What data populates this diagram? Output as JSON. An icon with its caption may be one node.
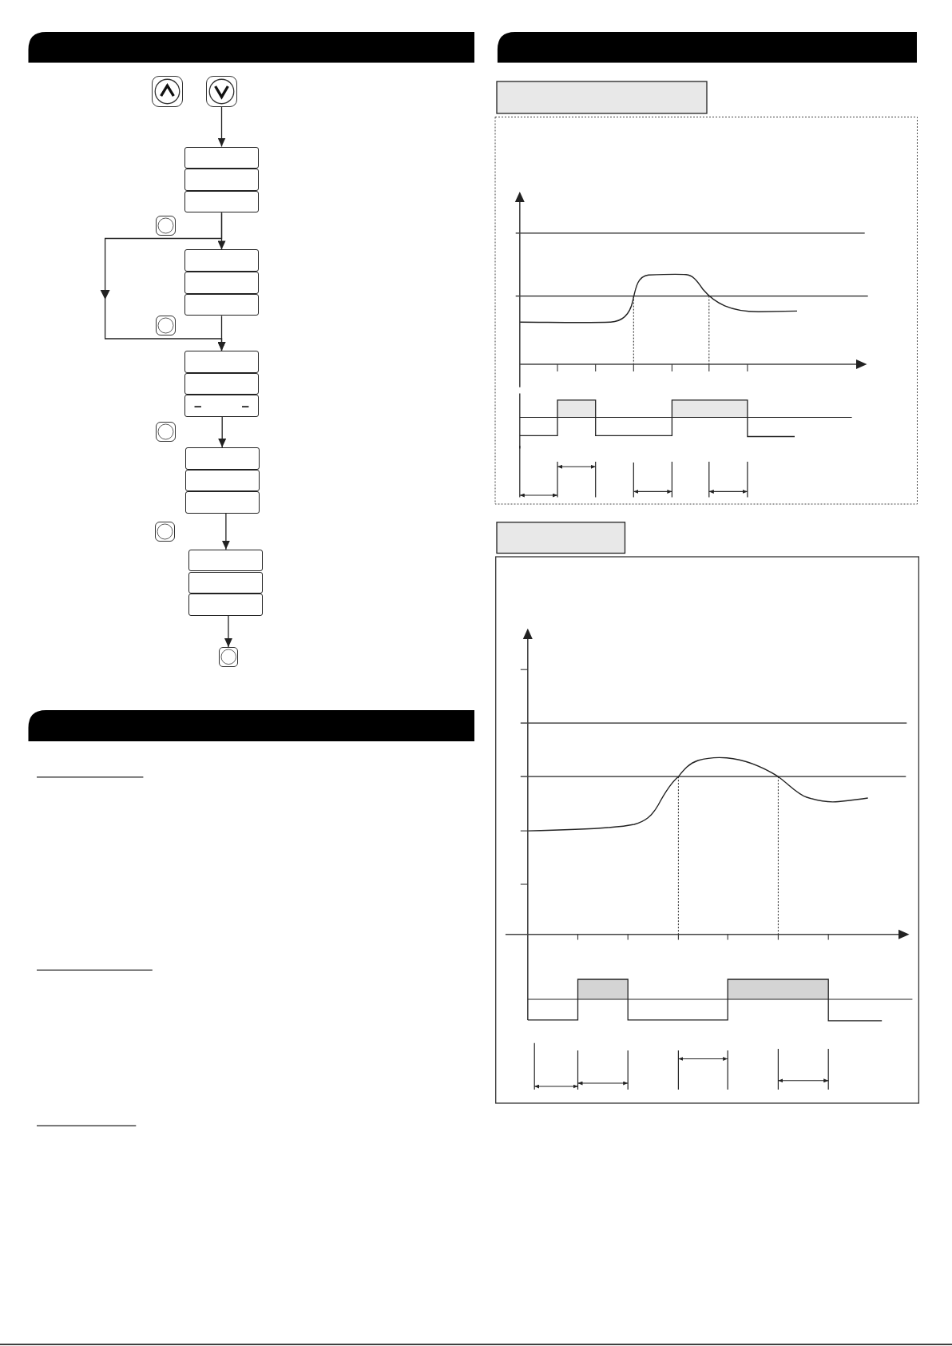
{
  "diagram": {
    "nodes": [
      {
        "text": [],
        "shape": "button"
      },
      {
        "text": [],
        "shape": "button"
      },
      {
        "text": [],
        "shape": "box"
      },
      {
        "text": [],
        "shape": "box"
      },
      {
        "text": [],
        "shape": "box"
      },
      {
        "text": [],
        "shape": "button"
      },
      {
        "text": [],
        "shape": "box"
      },
      {
        "text": [],
        "shape": "box"
      },
      {
        "text": [],
        "shape": "box"
      },
      {
        "text": [],
        "shape": "button"
      },
      {
        "text": [],
        "shape": "box"
      },
      {
        "text": [],
        "shape": "box"
      },
      {
        "text": [
          "–",
          "–"
        ]
      },
      {
        "text": [],
        "shape": "button"
      },
      {
        "text": [],
        "shape": "box"
      },
      {
        "text": [],
        "shape": "box"
      },
      {
        "text": [],
        "shape": "box"
      },
      {
        "text": [],
        "shape": "button"
      },
      {
        "text": [],
        "shape": "box"
      },
      {
        "text": [],
        "shape": "box"
      },
      {
        "text": [],
        "shape": "box"
      },
      {
        "text": [],
        "shape": "button"
      }
    ],
    "edges": [
      {
        "from": 1,
        "to": 2,
        "arrow": "to"
      },
      {
        "from": 4,
        "to": 6,
        "arrow": "to"
      },
      {
        "from": 4,
        "to": 10,
        "arrow": "to"
      },
      {
        "from": 8,
        "to": 10,
        "arrow": "to"
      },
      {
        "from": 12,
        "to": 14,
        "arrow": "to"
      },
      {
        "from": 16,
        "to": 18,
        "arrow": "to"
      },
      {
        "from": 20,
        "to": 21,
        "arrow": "to"
      }
    ]
  }
}
